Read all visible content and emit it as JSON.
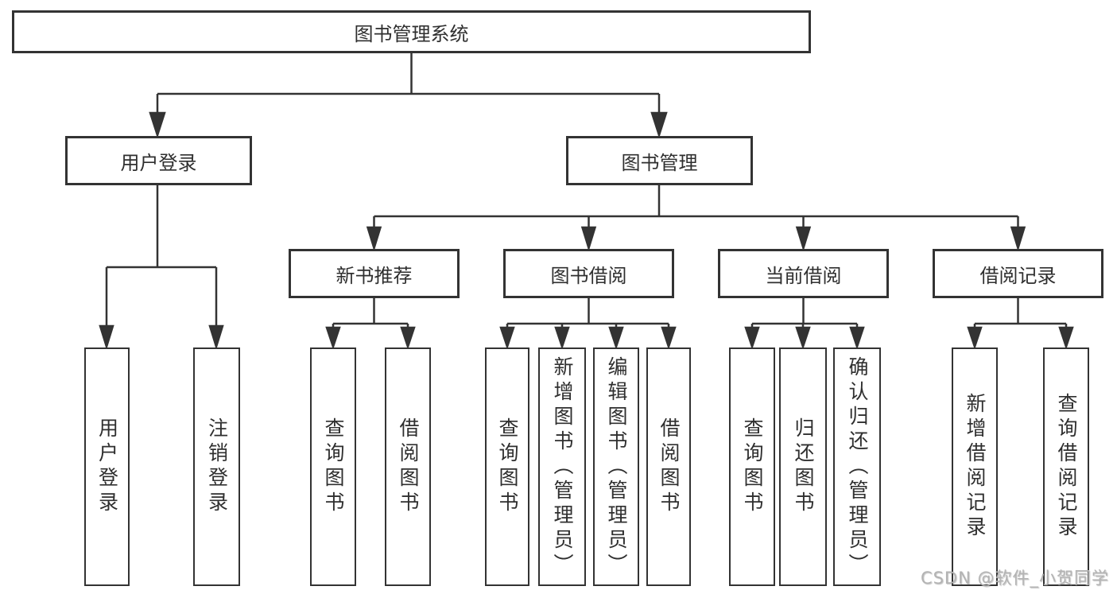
{
  "watermark": {
    "text": "CSDN @软件_小贺同学",
    "color": "#b3b3b3"
  },
  "diagram": {
    "colors": {
      "line": "#333333",
      "text": "#2f2f2f",
      "box_background": "#ffffff"
    },
    "tree": {
      "root": {
        "label": "图书管理系统",
        "children": [
          {
            "label": "用户登录",
            "children": [
              {
                "label": "用户登录"
              },
              {
                "label": "注销登录"
              }
            ]
          },
          {
            "label": "图书管理",
            "children": [
              {
                "label": "新书推荐",
                "children": [
                  {
                    "label": "查询图书"
                  },
                  {
                    "label": "借阅图书"
                  }
                ]
              },
              {
                "label": "图书借阅",
                "children": [
                  {
                    "label": "查询图书"
                  },
                  {
                    "label": "新增图书（管理员）"
                  },
                  {
                    "label": "编辑图书（管理员）"
                  },
                  {
                    "label": "借阅图书"
                  }
                ]
              },
              {
                "label": "当前借阅",
                "children": [
                  {
                    "label": "查询图书"
                  },
                  {
                    "label": "归还图书"
                  },
                  {
                    "label": "确认归还（管理员）"
                  }
                ]
              },
              {
                "label": "借阅记录",
                "children": [
                  {
                    "label": "新增借阅记录"
                  },
                  {
                    "label": "查询借阅记录"
                  }
                ]
              }
            ]
          }
        ]
      }
    }
  }
}
